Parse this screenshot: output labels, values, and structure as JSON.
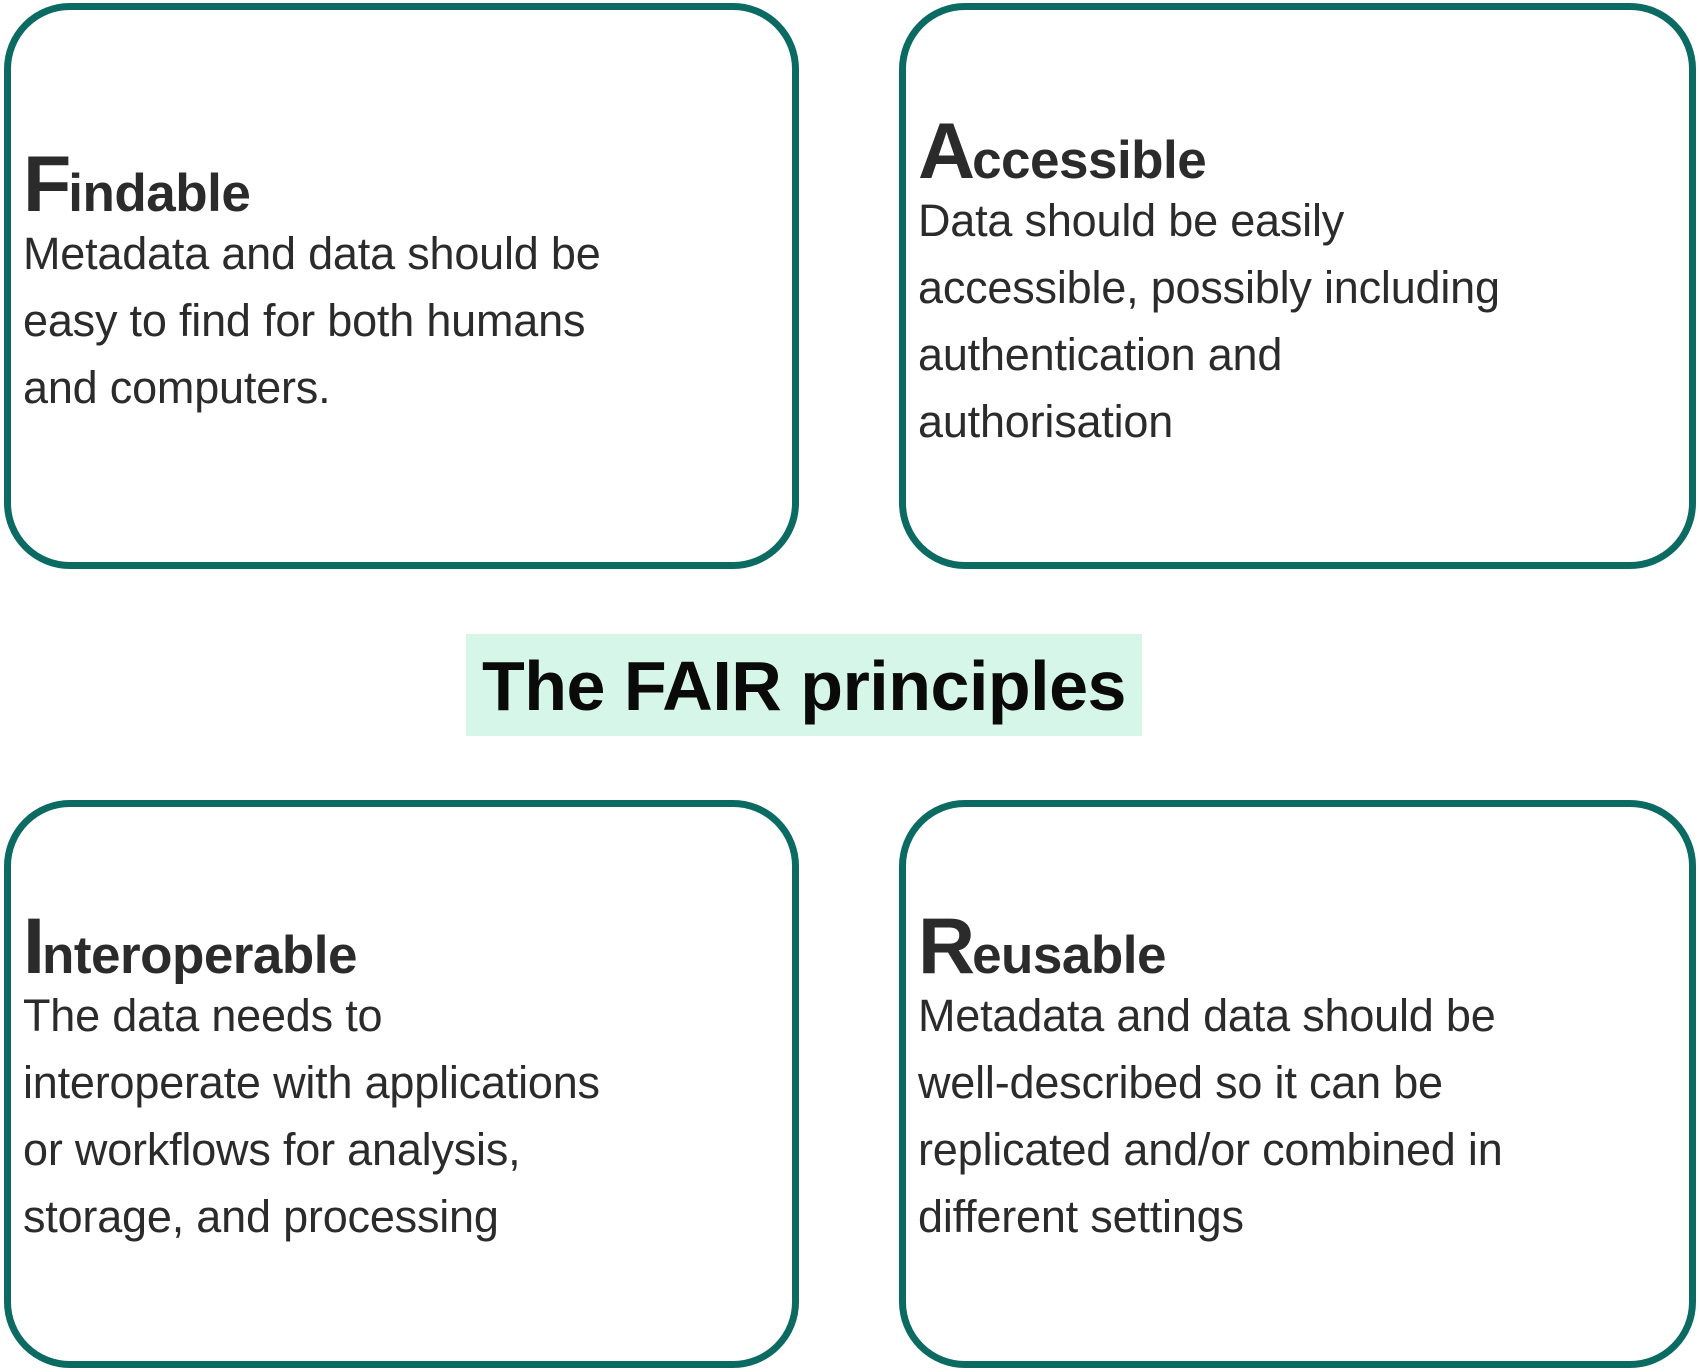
{
  "title": "The FAIR principles",
  "colors": {
    "card_border": "#0b6b62",
    "title_background": "#d6f6e9",
    "text": "#2b2b2b",
    "title_text": "#0a0a0a"
  },
  "principles": [
    {
      "initial": "F",
      "rest": "indable",
      "name": "Findable",
      "lines": [
        "Metadata and data should be",
        "easy to find for both humans",
        "and computers."
      ]
    },
    {
      "initial": "A",
      "rest": "ccessible",
      "name": "Accessible",
      "lines": [
        "Data should be easily",
        "accessible, possibly including",
        "authentication and",
        "authorisation"
      ]
    },
    {
      "initial": "I",
      "rest": "nteroperable",
      "name": "Interoperable",
      "lines": [
        "The data needs to",
        "interoperate with applications",
        "or workflows for analysis,",
        "storage, and processing"
      ]
    },
    {
      "initial": "R",
      "rest": "eusable",
      "name": "Reusable",
      "lines": [
        "Metadata and data should be",
        "well-described so it can be",
        "replicated and/or combined in",
        "different settings"
      ]
    }
  ]
}
